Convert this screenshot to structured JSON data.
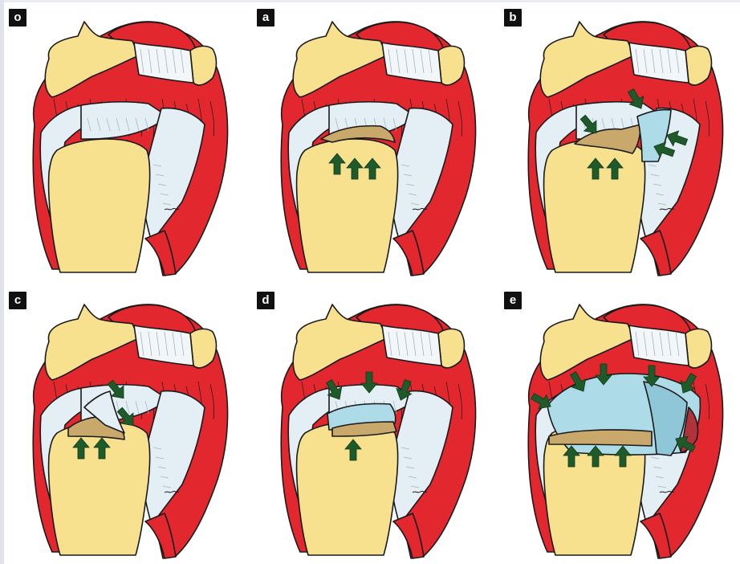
{
  "panels": [
    {
      "id": "o",
      "label": "o",
      "stage": 0
    },
    {
      "id": "a",
      "label": "a",
      "stage": 1
    },
    {
      "id": "b",
      "label": "b",
      "stage": 2
    },
    {
      "id": "c",
      "label": "c",
      "stage": 3
    },
    {
      "id": "d",
      "label": "d",
      "stage": 4
    },
    {
      "id": "e",
      "label": "e",
      "stage": 5
    }
  ],
  "colors": {
    "muscle": "#e3272e",
    "bone": "#f7e08e",
    "tendon": "#e4eef5",
    "cartilage_tear": "#aedbe8",
    "exposed_bone": "#c9a96b",
    "arrow": "#1f5a2b",
    "outline": "#1a1a1a",
    "frame": "#dfe3ea"
  }
}
